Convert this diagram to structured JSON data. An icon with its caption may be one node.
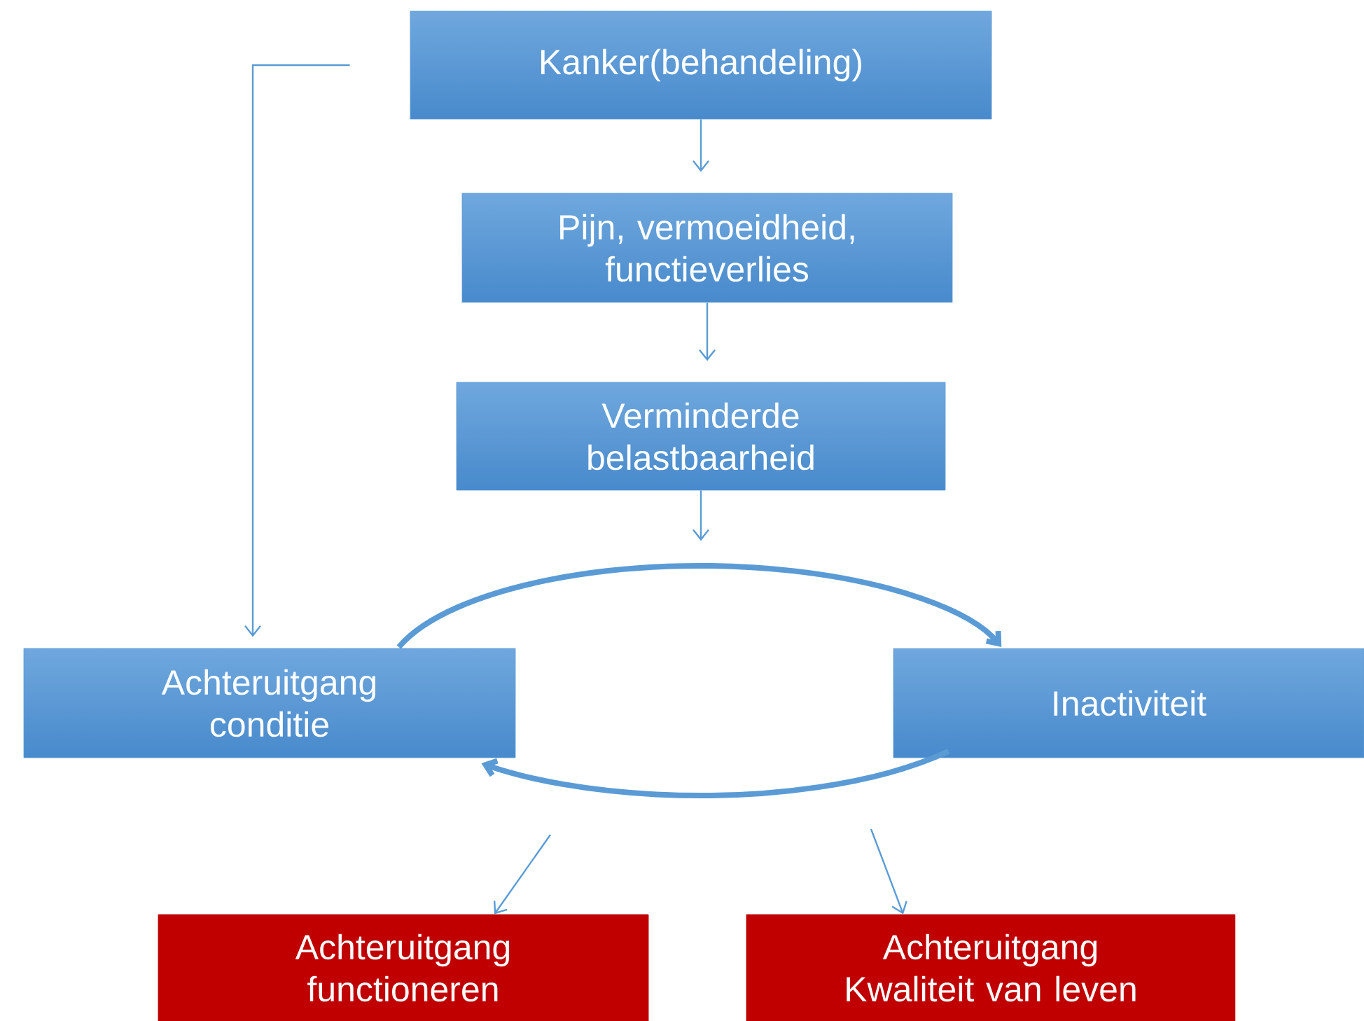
{
  "diagram": {
    "nodes": [
      {
        "text": [
          "Kanker(behandeling)"
        ]
      },
      {
        "text": [
          "Pijn, vermoeidheid, functieverlies"
        ]
      },
      {
        "text": [
          "Verminderde belastbaarheid"
        ]
      },
      {
        "text": [
          "Achteruitgang conditie"
        ]
      },
      {
        "text": [
          "Inactiviteit"
        ]
      },
      {
        "text": [
          "Achteruitgang functioneren"
        ]
      },
      {
        "text": [
          "Achteruitgang Kwaliteit van leven"
        ]
      }
    ],
    "edges": [
      {
        "from": 0,
        "to": 1,
        "arrow": "to"
      },
      {
        "from": 1,
        "to": 2,
        "arrow": "to"
      },
      {
        "from": 2,
        "to": null,
        "arrow": "to"
      },
      {
        "from": 0,
        "to": 3,
        "arrow": "to"
      },
      {
        "from": 3,
        "to": 4,
        "arrow": "to",
        "style": "thick"
      },
      {
        "from": 4,
        "to": 3,
        "arrow": "to",
        "style": "thick"
      },
      {
        "from": null,
        "to": 5,
        "arrow": "to"
      },
      {
        "from": null,
        "to": 6,
        "arrow": "to"
      }
    ]
  }
}
